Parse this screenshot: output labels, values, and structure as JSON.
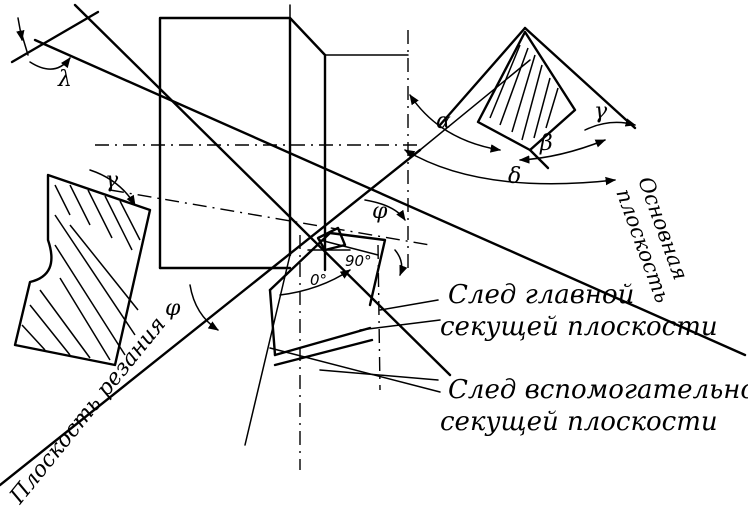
{
  "labels": {
    "main_plane_line1": "След главной",
    "main_plane_line2": "секущей плоскости",
    "aux_plane_line1": "След вспомогательной",
    "aux_plane_line2": "секущей плоскости",
    "cutting_plane": "Плоскость резания",
    "base_plane_line1": "Основная",
    "base_plane_line2": "плоскость"
  },
  "angles": {
    "lambda": "λ",
    "alpha": "α",
    "beta": "β",
    "gamma": "γ",
    "delta": "δ",
    "gamma_small": "γ",
    "phi": "φ",
    "phi1": "φ",
    "deg_a": "0°",
    "deg_b": "90°"
  }
}
